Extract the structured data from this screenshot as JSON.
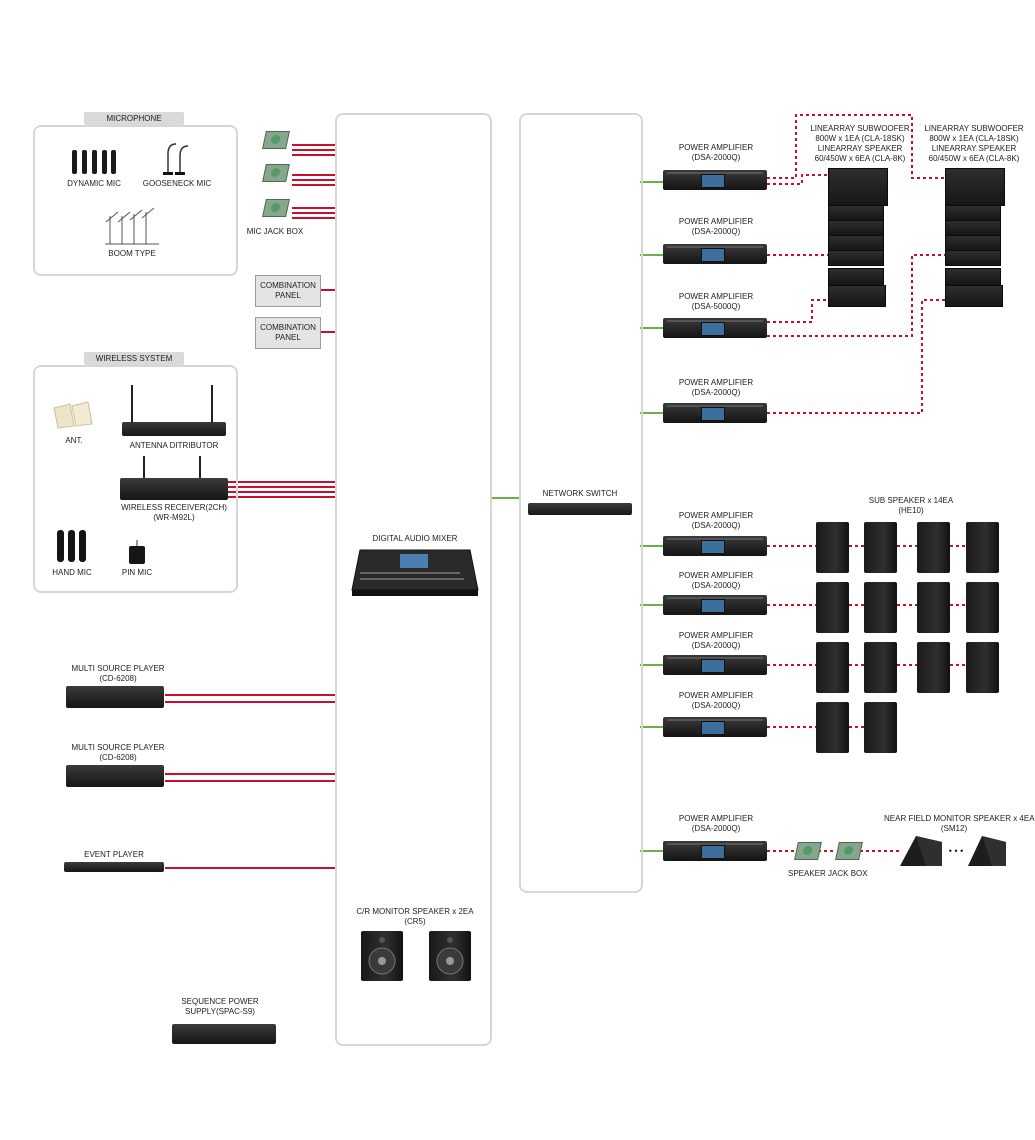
{
  "microphone": {
    "title": "MICROPHONE",
    "dynamic_mic": "DYNAMIC MIC",
    "gooseneck_mic": "GOOSENECK MIC",
    "boom_type": "BOOM TYPE"
  },
  "mic_jack_box": "MIC JACK BOX",
  "combination_panel_1": [
    "COMBINATION",
    "PANEL"
  ],
  "combination_panel_2": [
    "COMBINATION",
    "PANEL"
  ],
  "wireless": {
    "title": "WIRELESS SYSTEM",
    "ant": "ANT.",
    "antenna_distributor": "ANTENNA DITRIBUTOR",
    "receiver": [
      "WIRELESS RECEIVER(2CH)",
      "(WR-M92L)"
    ],
    "hand_mic": "HAND MIC",
    "pin_mic": "PIN MIC"
  },
  "multi_source_1": [
    "MULTI SOURCE PLAYER",
    "(CD-6208)"
  ],
  "multi_source_2": [
    "MULTI SOURCE PLAYER",
    "(CD-6208)"
  ],
  "event_player": "EVENT PLAYER",
  "sequence_power": [
    "SEQUENCE POWER",
    "SUPPLY(SPAC-S9)"
  ],
  "digital_mixer": "DIGITAL AUDIO MIXER",
  "cr_monitor": [
    "C/R MONITOR SPEAKER x 2EA",
    "(CR5)"
  ],
  "network_switch": "NETWORK SWITCH",
  "amps": [
    [
      "POWER AMPLIFIER",
      "(DSA-2000Q)"
    ],
    [
      "POWER AMPLIFIER",
      "(DSA-2000Q)"
    ],
    [
      "POWER AMPLIFIER",
      "(DSA-5000Q)"
    ],
    [
      "POWER AMPLIFIER",
      "(DSA-2000Q)"
    ],
    [
      "POWER AMPLIFIER",
      "(DSA-2000Q)"
    ],
    [
      "POWER AMPLIFIER",
      "(DSA-2000Q)"
    ],
    [
      "POWER AMPLIFIER",
      "(DSA-2000Q)"
    ],
    [
      "POWER AMPLIFIER",
      "(DSA-2000Q)"
    ],
    [
      "POWER AMPLIFIER",
      "(DSA-2000Q)"
    ]
  ],
  "linearray_left": [
    "LINEARRAY SUBWOOFER",
    "800W x 1EA (CLA-18SK)",
    "LINEARRAY SPEAKER",
    "60/450W x 6EA (CLA-8K)"
  ],
  "linearray_right": [
    "LINEARRAY SUBWOOFER",
    "800W x 1EA (CLA-18SK)",
    "LINEARRAY SPEAKER",
    "60/450W x 6EA (CLA-8K)"
  ],
  "sub_speaker": [
    "SUB SPEAKER x 14EA",
    "(HE10)"
  ],
  "near_field": [
    "NEAR FIELD MONITOR SPEAKER x 4EA",
    "(SM12)"
  ],
  "speaker_jack_box": "SPEAKER JACK BOX",
  "dots": "• • •",
  "colors": {
    "audio_line": "#c8102e",
    "network_line": "#6ab04c",
    "speaker_line": "#c8102e",
    "group_border": "#d6d6d6"
  },
  "legend_icons": [
    "microphone-icon",
    "speaker-icon",
    "amplifier-icon"
  ]
}
